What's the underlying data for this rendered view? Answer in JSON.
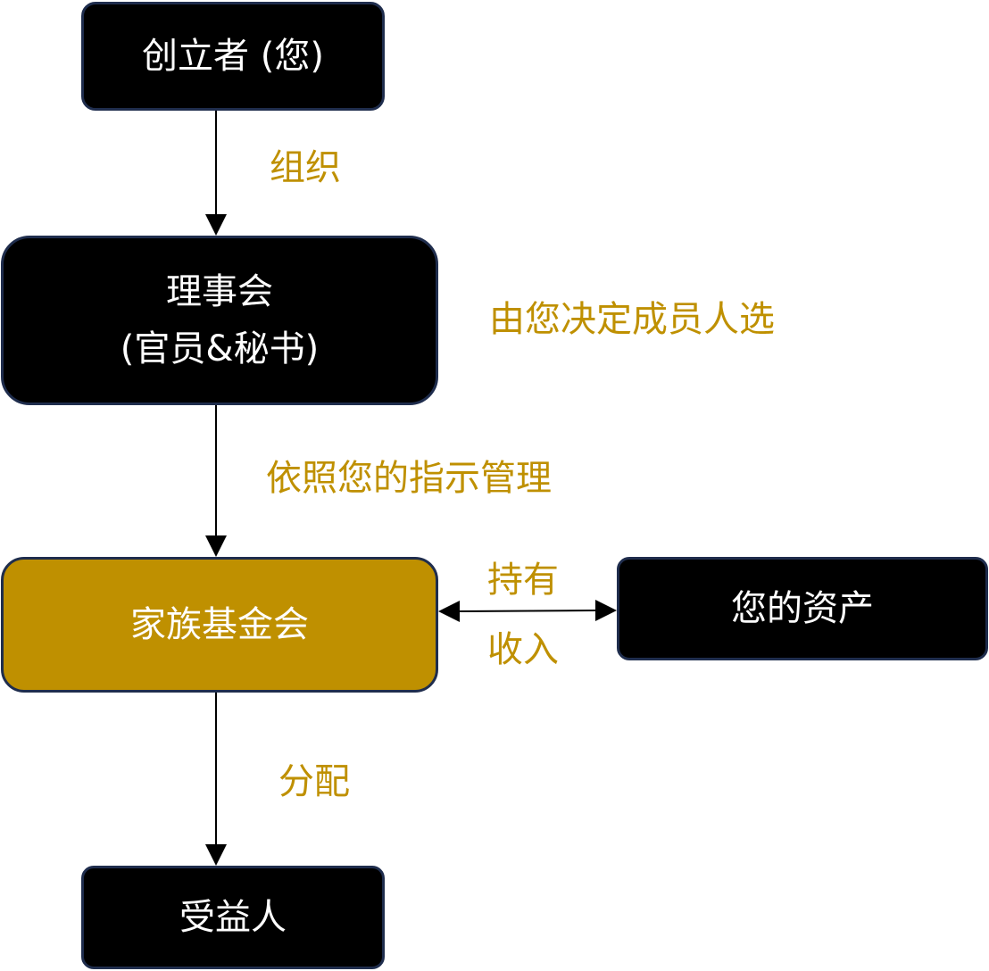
{
  "colors": {
    "node_fill": "#000000",
    "node_border": "#1f2d4d",
    "highlight_fill": "#bf9000",
    "label_color": "#bf9000",
    "node_text": "#ffffff",
    "edge": "#000000"
  },
  "nodes": {
    "founder": {
      "label": "创立者 (您)"
    },
    "board": {
      "line1": "理事会",
      "line2": "(官员&秘书)"
    },
    "foundation": {
      "label": "家族基金会"
    },
    "assets": {
      "label": "您的资产"
    },
    "beneficiaries": {
      "label": "受益人"
    }
  },
  "edges": {
    "founder_to_board": {
      "label": "组织"
    },
    "board_note": {
      "label": "由您决定成员人选"
    },
    "board_to_foundation": {
      "label": "依照您的指示管理"
    },
    "foundation_assets_top": {
      "label": "持有"
    },
    "foundation_assets_bottom": {
      "label": "收入"
    },
    "foundation_to_beneficiaries": {
      "label": "分配"
    }
  }
}
